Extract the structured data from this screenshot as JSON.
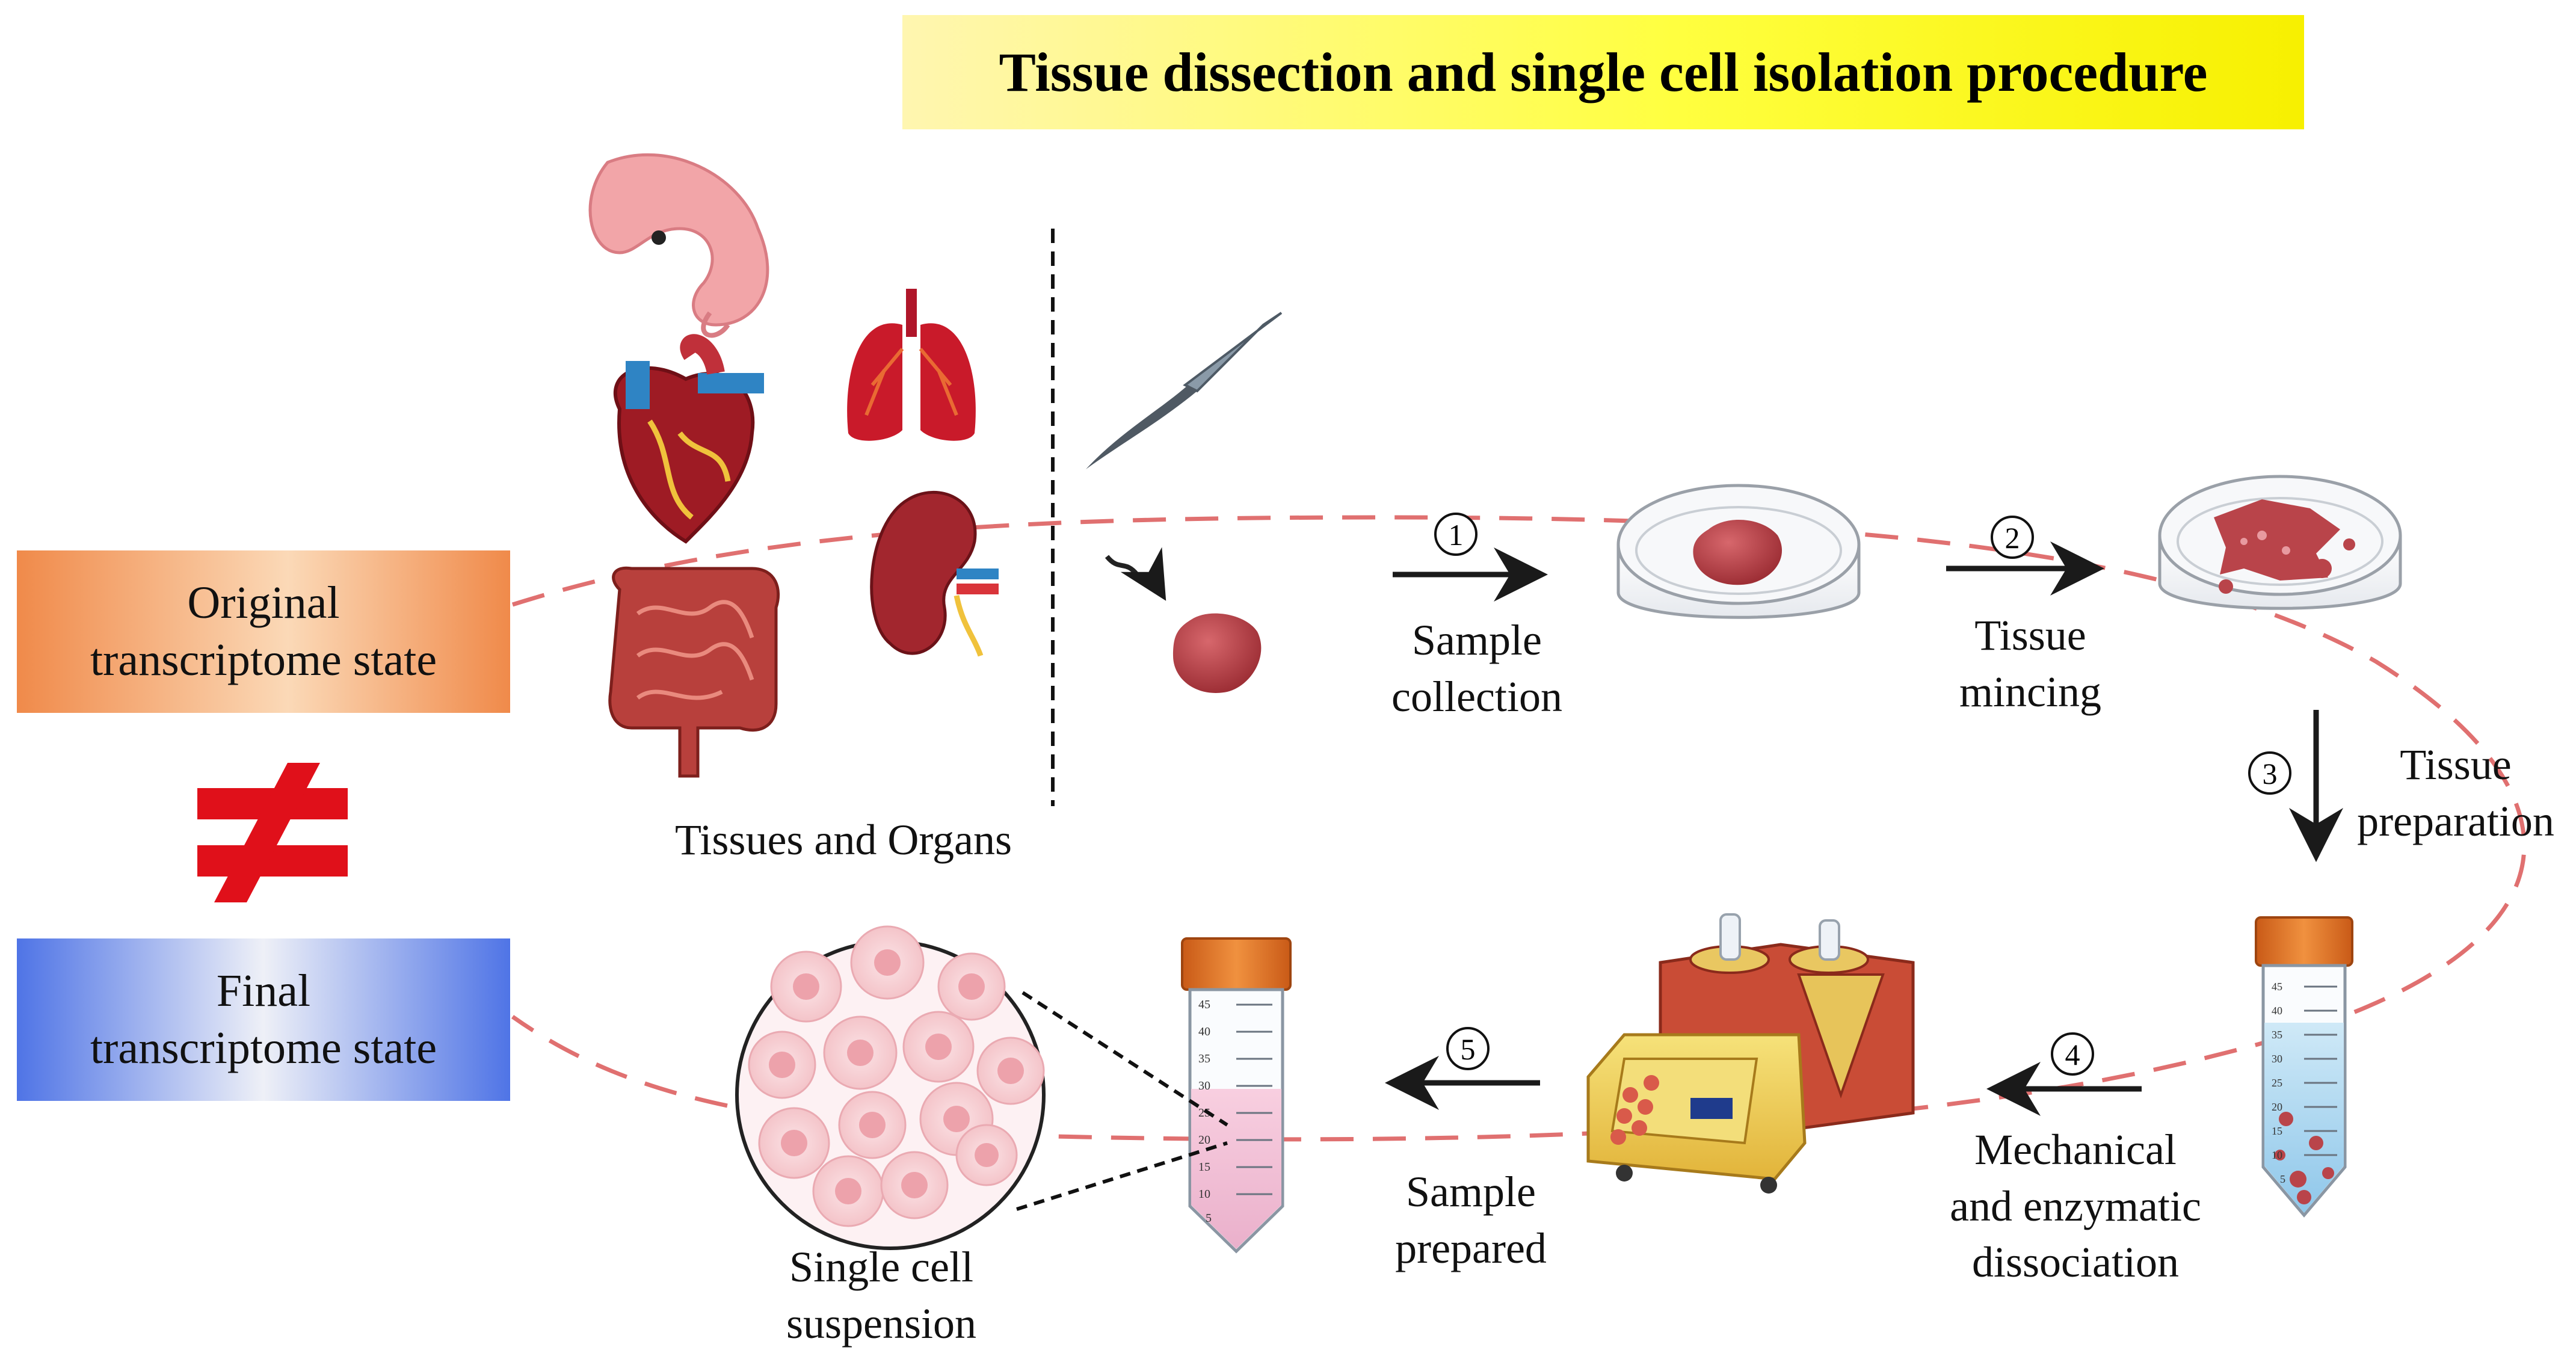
{
  "title": "Tissue dissection and single cell isolation procedure",
  "states": {
    "original": [
      "Original",
      "transcriptome state"
    ],
    "final": [
      "Final",
      "transcriptome state"
    ]
  },
  "not_equal_symbol": "≠",
  "colors": {
    "title_banner": "#ffff40",
    "original_state": "#f08a4a",
    "final_state": "#4f74e6",
    "dashed_loop": "#e07070",
    "not_equal": "#e0101a",
    "tube_cap": "#e9782a",
    "tissue": "#b9444a"
  },
  "organs_label": "Tissues and Organs",
  "organs": [
    "embryo",
    "lungs",
    "heart",
    "kidney",
    "intestine"
  ],
  "steps": [
    {
      "number": "1",
      "label": [
        "Sample",
        "collection"
      ]
    },
    {
      "number": "2",
      "label": [
        "Tissue",
        "mincing"
      ]
    },
    {
      "number": "3",
      "label": [
        "Tissue",
        "preparation"
      ]
    },
    {
      "number": "4",
      "label": [
        "Mechanical",
        "and enzymatic",
        "dissociation"
      ]
    },
    {
      "number": "5",
      "label": [
        "Sample",
        "prepared"
      ]
    }
  ],
  "suspension_label": [
    "Single cell",
    "suspension"
  ],
  "tube_scale": [
    "45",
    "40",
    "35",
    "30",
    "25",
    "20",
    "15",
    "10",
    "5"
  ]
}
